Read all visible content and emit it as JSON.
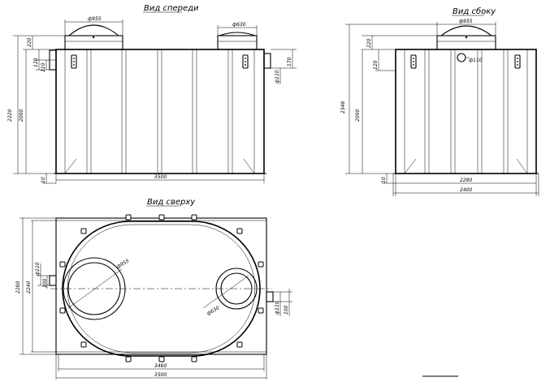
{
  "front_view": {
    "title": "Вид спереди",
    "dim_cover_left": "ф955",
    "dim_cover_right": "ф630",
    "dim_length": "3500",
    "dim_total_height": "2220",
    "dim_body_height": "2000",
    "dim_top_220": "220",
    "dim_pipe_120": "120",
    "dim_pipe_110": "110",
    "dim_base_10": "10",
    "dim_right_170": "170",
    "dim_right_110": "ф110"
  },
  "side_view": {
    "title": "Вид сбоку",
    "dim_cover": "ф955",
    "dim_total_height": "2346",
    "dim_body_height": "2000",
    "dim_top_220": "220",
    "dim_pipe_120": "120",
    "dim_pipe": "ф110",
    "dim_base_10": "10",
    "dim_inner_width": "2280",
    "dim_outer_width": "2400"
  },
  "top_view": {
    "title": "Вид сверху",
    "dim_left_110": "ф110",
    "dim_left_100": "100",
    "dim_right_110": "ф110",
    "dim_right_100": "100",
    "dim_big_hatch": "ф955",
    "dim_small_hatch": "ф630",
    "dim_outer_height": "2280",
    "dim_inner_height": "2240",
    "dim_inner_length": "3460",
    "dim_outer_length": "3500"
  }
}
